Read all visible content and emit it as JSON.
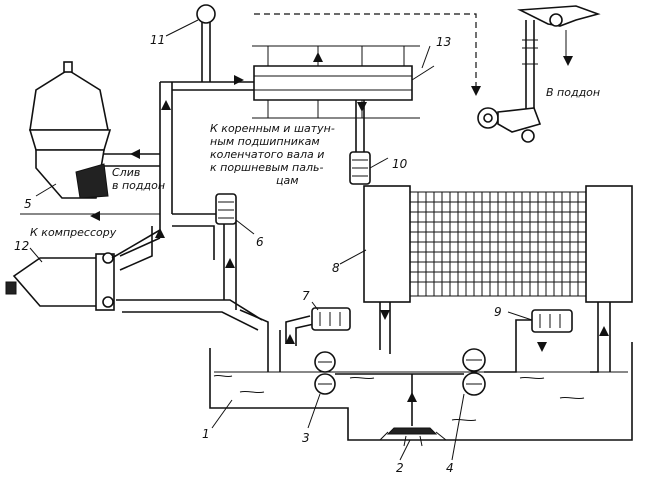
{
  "labels": {
    "l1": "1",
    "l2": "2",
    "l3": "3",
    "l4": "4",
    "l5": "5",
    "l6": "6",
    "l7": "7",
    "l8": "8",
    "l9": "9",
    "l10": "10",
    "l11": "11",
    "l12": "12",
    "l13": "13"
  },
  "annotations": {
    "bearings": [
      "К коренным и шатун-",
      "ным подшипникам",
      "коленчатого вала и",
      "к поршневым паль-",
      "цам"
    ],
    "drain_line1": "Слив",
    "drain_line2": "в поддон",
    "to_compressor": "К компрессору",
    "to_sump": "В поддон"
  },
  "colors": {
    "ink": "#111111",
    "paper": "#ffffff"
  }
}
